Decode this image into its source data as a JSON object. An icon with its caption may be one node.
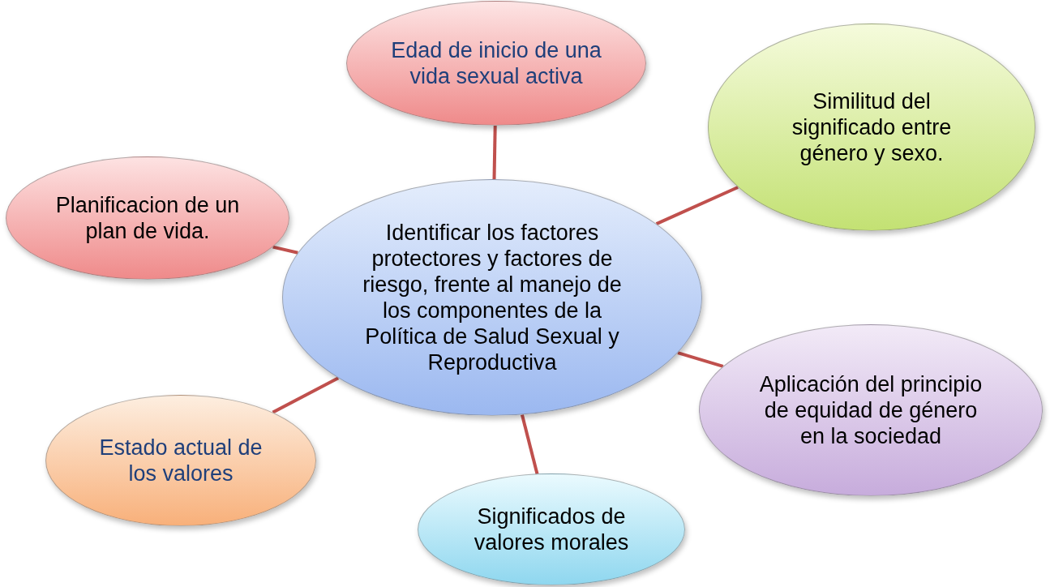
{
  "diagram": {
    "nodes": [
      {
        "text": [
          "Identificar los factores protectores y factores de riesgo, frente al manejo de los componentes de la Política de Salud Sexual y Reproductiva"
        ]
      },
      {
        "text": [
          "Edad de inicio de una vida sexual activa"
        ]
      },
      {
        "text": [
          "Similitud del significado entre género y sexo."
        ]
      },
      {
        "text": [
          "Planificacion de un plan de vida."
        ]
      },
      {
        "text": [
          "Aplicación del principio de equidad de género en la sociedad"
        ]
      },
      {
        "text": [
          "Estado actual de los valores"
        ]
      },
      {
        "text": [
          "Significados de valores morales"
        ]
      }
    ],
    "edges": [
      {
        "from": 0,
        "to": 1,
        "arrow": "none"
      },
      {
        "from": 0,
        "to": 2,
        "arrow": "none"
      },
      {
        "from": 0,
        "to": 3,
        "arrow": "none"
      },
      {
        "from": 0,
        "to": 4,
        "arrow": "none"
      },
      {
        "from": 0,
        "to": 5,
        "arrow": "none"
      },
      {
        "from": 0,
        "to": 6,
        "arrow": "none"
      }
    ]
  }
}
